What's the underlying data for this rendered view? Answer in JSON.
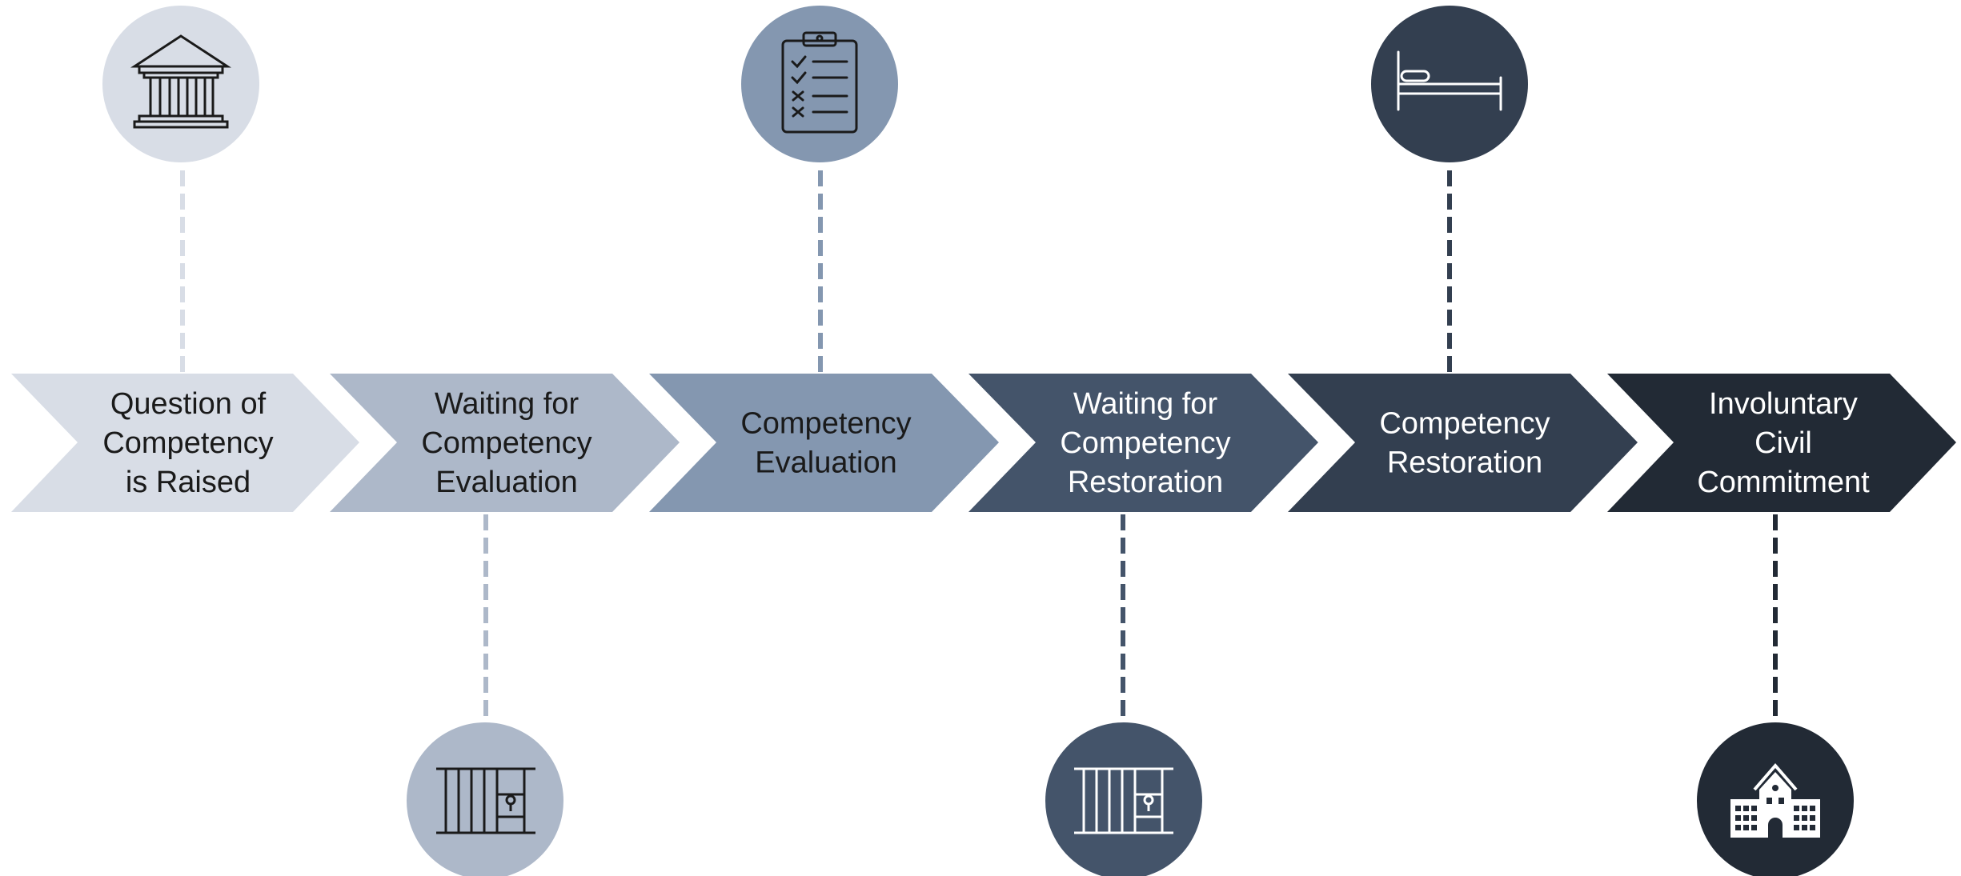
{
  "steps": [
    {
      "lines": [
        "Question of",
        "Competency",
        "is Raised"
      ],
      "color": "#D8DDE6",
      "text_color": "#1A1A1A",
      "icon": "courthouse-icon",
      "icon_color": "#1A1A1A"
    },
    {
      "lines": [
        "Waiting for",
        "Competency",
        "Evaluation"
      ],
      "color": "#ADB8C9",
      "text_color": "#1A1A1A",
      "icon": "jail-cell-icon",
      "icon_color": "#1A1A1A"
    },
    {
      "lines": [
        "Competency",
        "Evaluation"
      ],
      "color": "#8497B0",
      "text_color": "#1A1A1A",
      "icon": "clipboard-checklist-icon",
      "icon_color": "#1A1A1A"
    },
    {
      "lines": [
        "Waiting for",
        "Competency",
        "Restoration"
      ],
      "color": "#44546A",
      "text_color": "#FFFFFF",
      "icon": "jail-cell-icon",
      "icon_color": "#FFFFFF"
    },
    {
      "lines": [
        "Competency",
        "Restoration"
      ],
      "color": "#333F50",
      "text_color": "#FFFFFF",
      "icon": "hospital-bed-icon",
      "icon_color": "#FFFFFF"
    },
    {
      "lines": [
        "Involuntary",
        "Civil",
        "Commitment"
      ],
      "color": "#222A35",
      "text_color": "#FFFFFF",
      "icon": "institution-building-icon",
      "icon_color": "#FFFFFF"
    }
  ]
}
